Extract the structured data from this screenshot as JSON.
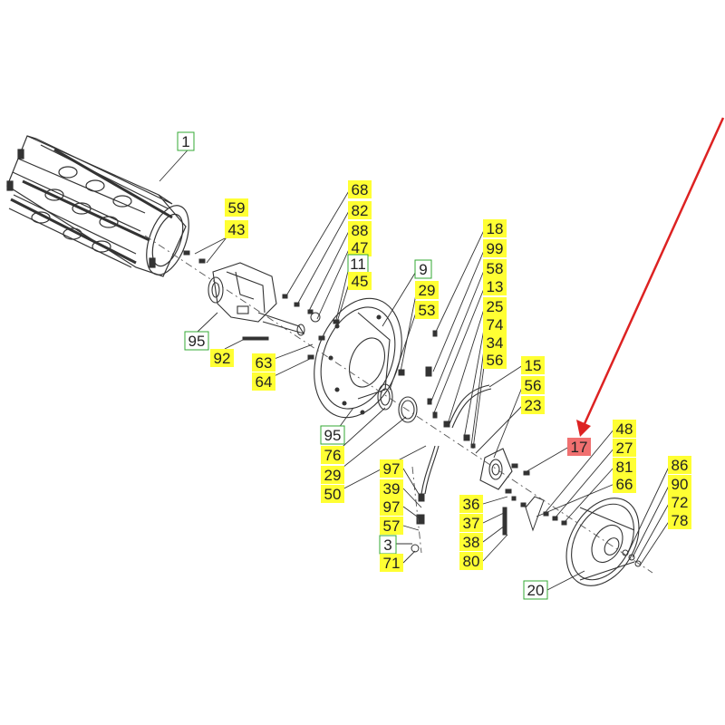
{
  "colors": {
    "callout_yellow": "#ffff33",
    "callout_green_border": "#33aa33",
    "callout_red": "#f07070",
    "arrow": "#dd2222",
    "linework": "#333333"
  },
  "callouts": [
    {
      "id": "c1",
      "label": "1",
      "style": "green"
    },
    {
      "id": "c2",
      "label": "59",
      "style": "yellow"
    },
    {
      "id": "c3",
      "label": "43",
      "style": "yellow"
    },
    {
      "id": "c4",
      "label": "68",
      "style": "yellow"
    },
    {
      "id": "c5",
      "label": "82",
      "style": "yellow"
    },
    {
      "id": "c6",
      "label": "88",
      "style": "yellow"
    },
    {
      "id": "c7",
      "label": "47",
      "style": "yellow"
    },
    {
      "id": "c8",
      "label": "11",
      "style": "green"
    },
    {
      "id": "c9",
      "label": "45",
      "style": "yellow"
    },
    {
      "id": "c10",
      "label": "9",
      "style": "green"
    },
    {
      "id": "c11",
      "label": "29",
      "style": "yellow"
    },
    {
      "id": "c12",
      "label": "53",
      "style": "yellow"
    },
    {
      "id": "c13",
      "label": "18",
      "style": "yellow"
    },
    {
      "id": "c14",
      "label": "99",
      "style": "yellow"
    },
    {
      "id": "c15",
      "label": "58",
      "style": "yellow"
    },
    {
      "id": "c16",
      "label": "13",
      "style": "yellow"
    },
    {
      "id": "c17",
      "label": "25",
      "style": "yellow"
    },
    {
      "id": "c18",
      "label": "74",
      "style": "yellow"
    },
    {
      "id": "c19",
      "label": "34",
      "style": "yellow"
    },
    {
      "id": "c20",
      "label": "56",
      "style": "yellow"
    },
    {
      "id": "c21",
      "label": "95",
      "style": "green"
    },
    {
      "id": "c22",
      "label": "92",
      "style": "yellow"
    },
    {
      "id": "c23",
      "label": "63",
      "style": "yellow"
    },
    {
      "id": "c24",
      "label": "64",
      "style": "yellow"
    },
    {
      "id": "c25",
      "label": "15",
      "style": "yellow"
    },
    {
      "id": "c26",
      "label": "56",
      "style": "yellow"
    },
    {
      "id": "c27",
      "label": "23",
      "style": "yellow"
    },
    {
      "id": "c28",
      "label": "95",
      "style": "green"
    },
    {
      "id": "c29",
      "label": "76",
      "style": "yellow"
    },
    {
      "id": "c30",
      "label": "29",
      "style": "yellow"
    },
    {
      "id": "c31",
      "label": "50",
      "style": "yellow"
    },
    {
      "id": "c32",
      "label": "17",
      "style": "red"
    },
    {
      "id": "c33",
      "label": "48",
      "style": "yellow"
    },
    {
      "id": "c34",
      "label": "27",
      "style": "yellow"
    },
    {
      "id": "c35",
      "label": "81",
      "style": "yellow"
    },
    {
      "id": "c36",
      "label": "66",
      "style": "yellow"
    },
    {
      "id": "c37",
      "label": "97",
      "style": "yellow"
    },
    {
      "id": "c38",
      "label": "39",
      "style": "yellow"
    },
    {
      "id": "c39",
      "label": "97",
      "style": "yellow"
    },
    {
      "id": "c40",
      "label": "57",
      "style": "yellow"
    },
    {
      "id": "c41",
      "label": "3",
      "style": "green"
    },
    {
      "id": "c42",
      "label": "71",
      "style": "yellow"
    },
    {
      "id": "c43",
      "label": "36",
      "style": "yellow"
    },
    {
      "id": "c44",
      "label": "37",
      "style": "yellow"
    },
    {
      "id": "c45",
      "label": "38",
      "style": "yellow"
    },
    {
      "id": "c46",
      "label": "80",
      "style": "yellow"
    },
    {
      "id": "c47",
      "label": "86",
      "style": "yellow"
    },
    {
      "id": "c48",
      "label": "90",
      "style": "yellow"
    },
    {
      "id": "c49",
      "label": "72",
      "style": "yellow"
    },
    {
      "id": "c50",
      "label": "78",
      "style": "yellow"
    },
    {
      "id": "c51",
      "label": "20",
      "style": "green"
    }
  ]
}
